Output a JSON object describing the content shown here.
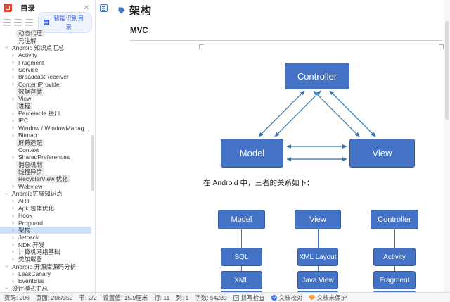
{
  "colors": {
    "accent": "#4472C4",
    "accent_border": "#35599C",
    "arrow": "#2E75B6",
    "selected_bg": "#CDE2F8",
    "smart_button_text": "#3E6BF2",
    "app_icon_red": "#E8442E",
    "protect_icon_orange": "#F2A33C"
  },
  "sidebar": {
    "title": "目录",
    "close_glyph": "✕",
    "smart_button": "智能识别目录",
    "glyphs": {
      "chevron_right": "›"
    },
    "items": [
      {
        "label": "动态代理",
        "indent": 1,
        "arrow": "none",
        "style": "dim"
      },
      {
        "label": "元注解",
        "indent": 1,
        "arrow": "none"
      },
      {
        "label": "Android 知识点汇总",
        "indent": 0,
        "arrow": "down"
      },
      {
        "label": "Activity",
        "indent": 1,
        "arrow": "right"
      },
      {
        "label": "Fragment",
        "indent": 1,
        "arrow": "right"
      },
      {
        "label": "Service",
        "indent": 1,
        "arrow": "right"
      },
      {
        "label": "BroadcastReceiver",
        "indent": 1,
        "arrow": "right"
      },
      {
        "label": "ContentProvider",
        "indent": 1,
        "arrow": "right"
      },
      {
        "label": "数据存储",
        "indent": 1,
        "arrow": "none",
        "style": "dim"
      },
      {
        "label": "View",
        "indent": 1,
        "arrow": "right"
      },
      {
        "label": "进程",
        "indent": 1,
        "arrow": "none",
        "style": "dim"
      },
      {
        "label": "Parcelable 接口",
        "indent": 1,
        "arrow": "right"
      },
      {
        "label": "IPC",
        "indent": 1,
        "arrow": "right"
      },
      {
        "label": "Window / WindowManag...",
        "indent": 1,
        "arrow": "right"
      },
      {
        "label": "Bitmap",
        "indent": 1,
        "arrow": "right"
      },
      {
        "label": "屏幕适配",
        "indent": 1,
        "arrow": "none",
        "style": "dim"
      },
      {
        "label": "Context",
        "indent": 1,
        "arrow": "none"
      },
      {
        "label": "SharedPreferences",
        "indent": 1,
        "arrow": "right"
      },
      {
        "label": "消息机制",
        "indent": 1,
        "arrow": "none",
        "style": "dim"
      },
      {
        "label": "线程异步",
        "indent": 1,
        "arrow": "none",
        "style": "dim"
      },
      {
        "label": "RecyclerView 优化",
        "indent": 1,
        "arrow": "none",
        "style": "dim"
      },
      {
        "label": "Webview",
        "indent": 1,
        "arrow": "right"
      },
      {
        "label": "Android扩展知识点",
        "indent": 0,
        "arrow": "down"
      },
      {
        "label": "ART",
        "indent": 1,
        "arrow": "right"
      },
      {
        "label": "Apk 包体优化",
        "indent": 1,
        "arrow": "right"
      },
      {
        "label": "Hook",
        "indent": 1,
        "arrow": "right"
      },
      {
        "label": "Proguard",
        "indent": 1,
        "arrow": "right"
      },
      {
        "label": "架构",
        "indent": 1,
        "arrow": "right",
        "style": "selected"
      },
      {
        "label": "Jetpack",
        "indent": 1,
        "arrow": "right"
      },
      {
        "label": "NDK 开发",
        "indent": 1,
        "arrow": "right"
      },
      {
        "label": "计算机网络基础",
        "indent": 1,
        "arrow": "right"
      },
      {
        "label": "类加载器",
        "indent": 1,
        "arrow": "right"
      },
      {
        "label": "Android 开源库源码分析",
        "indent": 0,
        "arrow": "down"
      },
      {
        "label": "LeakCanary",
        "indent": 1,
        "arrow": "right"
      },
      {
        "label": "EventBus",
        "indent": 1,
        "arrow": "right"
      },
      {
        "label": "设计模式汇总",
        "indent": 0,
        "arrow": "down"
      }
    ]
  },
  "document": {
    "heading": "架构",
    "subheading": "MVC",
    "relation_text": "在 Android 中，三者的关系如下：",
    "mvc": {
      "controller": "Controller",
      "model": "Model",
      "view": "View"
    },
    "columns": [
      {
        "header": "Model",
        "children": [
          "SQL",
          "XML"
        ]
      },
      {
        "header": "View",
        "children": [
          "XML Layout",
          "Java View"
        ]
      },
      {
        "header": "Controller",
        "children": [
          "Activity",
          "Fragment"
        ]
      }
    ]
  },
  "statusbar": {
    "items": [
      "页码: 206",
      "页面: 206/352",
      "节: 2/2",
      "设置值: 15.9厘米",
      "行: 11",
      "列: 1",
      "字数: 54289"
    ],
    "spell": "拼写检查",
    "proof": "文档校对",
    "protect": "文档未保护"
  }
}
